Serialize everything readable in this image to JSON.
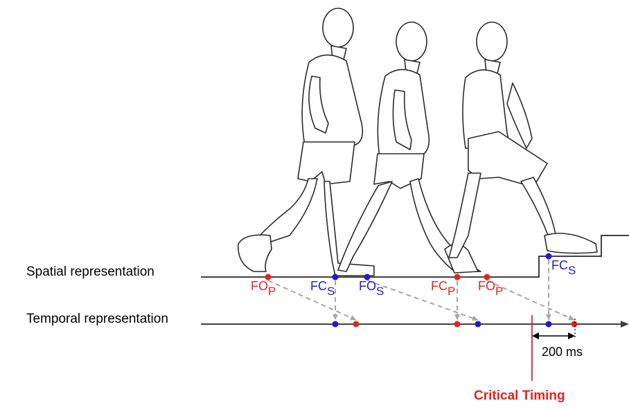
{
  "labels": {
    "spatial": "Spatial representation",
    "temporal": "Temporal representation"
  },
  "events": [
    {
      "id": "fop1",
      "main": "FO",
      "sub": "P",
      "color": "red"
    },
    {
      "id": "fcs1",
      "main": "FC",
      "sub": "S",
      "color": "blue"
    },
    {
      "id": "fos1",
      "main": "FO",
      "sub": "S",
      "color": "blue"
    },
    {
      "id": "fcp1",
      "main": "FC",
      "sub": "P",
      "color": "red"
    },
    {
      "id": "fop2",
      "main": "FO",
      "sub": "P",
      "color": "red"
    },
    {
      "id": "fcs2",
      "main": "FC",
      "sub": "S",
      "color": "blue"
    }
  ],
  "interval_label": "200 ms",
  "critical_label": "Critical Timing",
  "colors": {
    "red": "#e8211d",
    "blue": "#1a1adb",
    "dash": "#a6a6a6",
    "line": "#404040"
  }
}
